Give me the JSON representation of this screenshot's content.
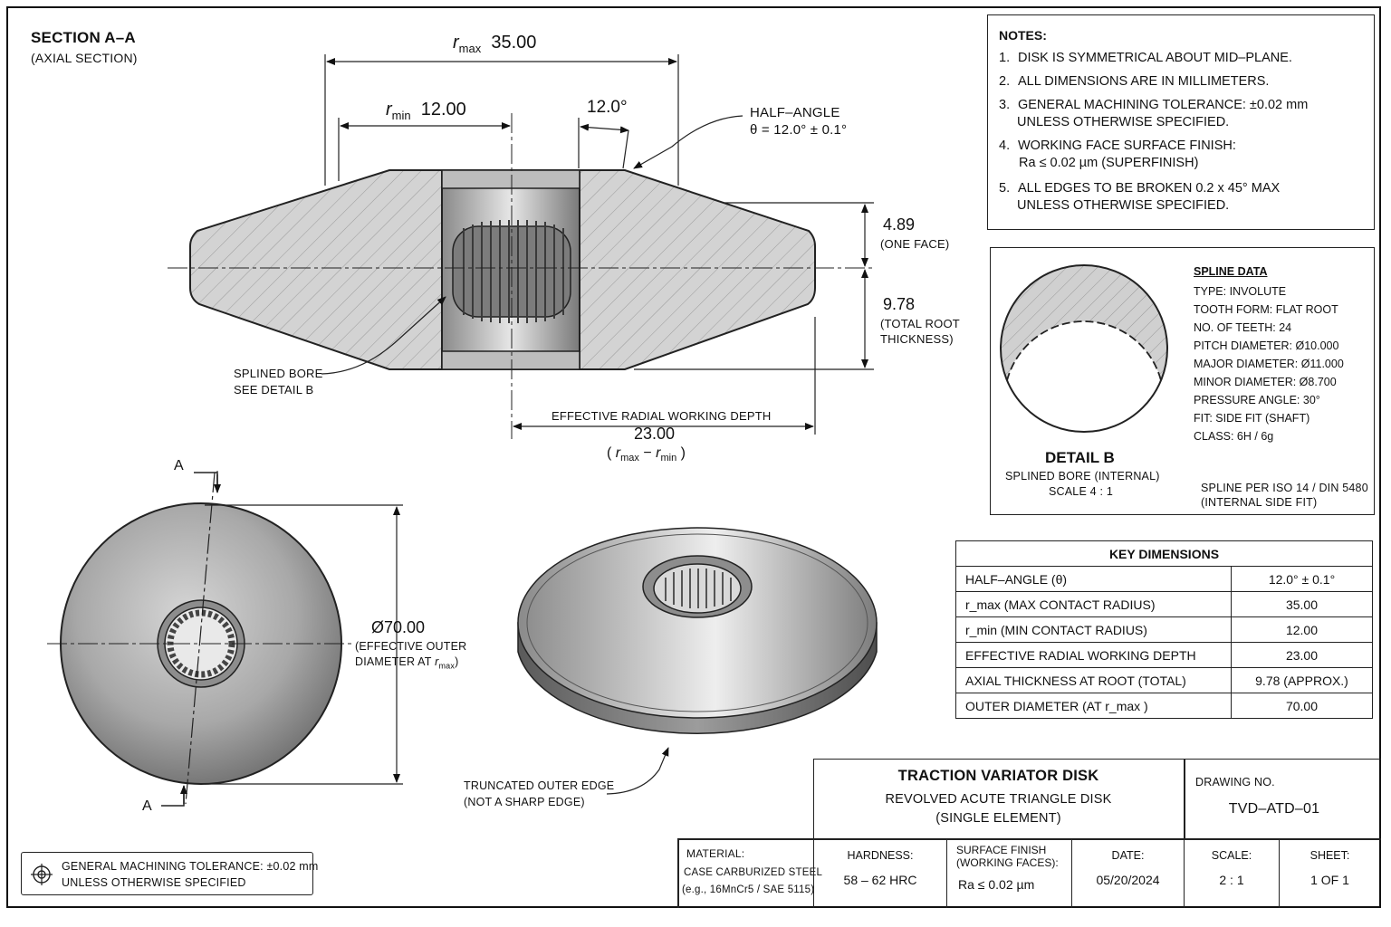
{
  "section": {
    "title": "SECTION A–A",
    "subtitle": "(AXIAL SECTION)",
    "r_max_label": "r",
    "r_max_sub": "max",
    "r_max_value": "35.00",
    "r_min_label": "r",
    "r_min_sub": "min",
    "r_min_value": "12.00",
    "angle_value": "12.0°",
    "half_angle_line1": "HALF–ANGLE",
    "half_angle_line2": "θ = 12.0° ± 0.1°",
    "face_value": "4.89",
    "face_note": "(ONE FACE)",
    "root_value": "9.78",
    "root_note1": "(TOTAL ROOT",
    "root_note2": "THICKNESS)",
    "bore_line1": "SPLINED BORE",
    "bore_line2": "SEE DETAIL B",
    "erwd_label": "EFFECTIVE RADIAL WORKING DEPTH",
    "erwd_value": "23.00",
    "erwd_formula_open": "(",
    "erwd_formula_minus": "−",
    "erwd_formula_close": ")"
  },
  "front_view": {
    "section_mark_top": "A",
    "section_mark_bottom": "A",
    "diameter_value": "Ø70.00",
    "diameter_note1": "(EFFECTIVE OUTER",
    "diameter_note2": "DIAMETER AT",
    "diameter_note2_close": ")"
  },
  "iso_view": {
    "edge_line1": "TRUNCATED OUTER EDGE",
    "edge_line2": "(NOT A SHARP EDGE)"
  },
  "notes": {
    "title": "NOTES:",
    "items": [
      {
        "num": "1.",
        "line1": "DISK IS SYMMETRICAL ABOUT MID–PLANE.",
        "line2": ""
      },
      {
        "num": "2.",
        "line1": "ALL DIMENSIONS ARE IN MILLIMETERS.",
        "line2": ""
      },
      {
        "num": "3.",
        "line1": "GENERAL MACHINING TOLERANCE: ±0.02 mm",
        "line2": "UNLESS OTHERWISE SPECIFIED."
      },
      {
        "num": "4.",
        "line1": "WORKING FACE SURFACE FINISH:",
        "line2": "Ra ≤ 0.02 µm  (SUPERFINISH)"
      },
      {
        "num": "5.",
        "line1": "ALL EDGES TO BE BROKEN 0.2 x 45° MAX",
        "line2": "UNLESS OTHERWISE SPECIFIED."
      }
    ]
  },
  "spline": {
    "title": "SPLINE DATA",
    "rows": [
      "TYPE: INVOLUTE",
      "TOOTH FORM: FLAT ROOT",
      "NO. OF TEETH: 24",
      "PITCH DIAMETER: Ø10.000",
      "MAJOR DIAMETER: Ø11.000",
      "MINOR DIAMETER: Ø8.700",
      "PRESSURE ANGLE: 30°",
      "FIT: SIDE FIT (SHAFT)",
      "CLASS: 6H / 6g"
    ],
    "detail_title": "DETAIL B",
    "detail_sub1": "SPLINED BORE (INTERNAL)",
    "detail_sub2": "SCALE 4 : 1",
    "std_line1": "SPLINE PER ISO 14 / DIN 5480",
    "std_line2": "(INTERNAL SIDE FIT)"
  },
  "key_dims": {
    "title": "KEY DIMENSIONS",
    "rows": [
      {
        "label": "HALF–ANGLE (θ)",
        "value": "12.0° ± 0.1°"
      },
      {
        "label": "r_max (MAX CONTACT RADIUS)",
        "value": "35.00"
      },
      {
        "label": "r_min (MIN CONTACT RADIUS)",
        "value": "12.00"
      },
      {
        "label": "EFFECTIVE RADIAL WORKING DEPTH",
        "value": "23.00"
      },
      {
        "label": "AXIAL THICKNESS AT ROOT (TOTAL)",
        "value": "9.78  (APPROX.)"
      },
      {
        "label": "OUTER DIAMETER (AT r_max )",
        "value": "70.00"
      }
    ]
  },
  "title_block": {
    "title": "TRACTION VARIATOR DISK",
    "subtitle1": "REVOLVED ACUTE TRIANGLE DISK",
    "subtitle2": "(SINGLE ELEMENT)",
    "drawing_no_label": "DRAWING NO.",
    "drawing_no": "TVD–ATD–01",
    "material_label": "MATERIAL:",
    "material_line1": "CASE CARBURIZED STEEL",
    "material_line2": "(e.g., 16MnCr5 / SAE 5115)",
    "hardness_label": "HARDNESS:",
    "hardness": "58 – 62 HRC",
    "finish_label1": "SURFACE FINISH",
    "finish_label2": "(WORKING FACES):",
    "finish": "Ra ≤ 0.02 µm",
    "date_label": "DATE:",
    "date": "05/20/2024",
    "scale_label": "SCALE:",
    "scale": "2 : 1",
    "sheet_label": "SHEET:",
    "sheet": "1 OF 1"
  },
  "tolerance_box": {
    "line1": "GENERAL MACHINING TOLERANCE: ±0.02 mm",
    "line2": "UNLESS OTHERWISE SPECIFIED"
  },
  "colors": {
    "ink": "#111111",
    "hatch_fill": "#cfcfcf",
    "metal_dark": "#6e6e6e",
    "metal_light": "#d9d9d9"
  }
}
